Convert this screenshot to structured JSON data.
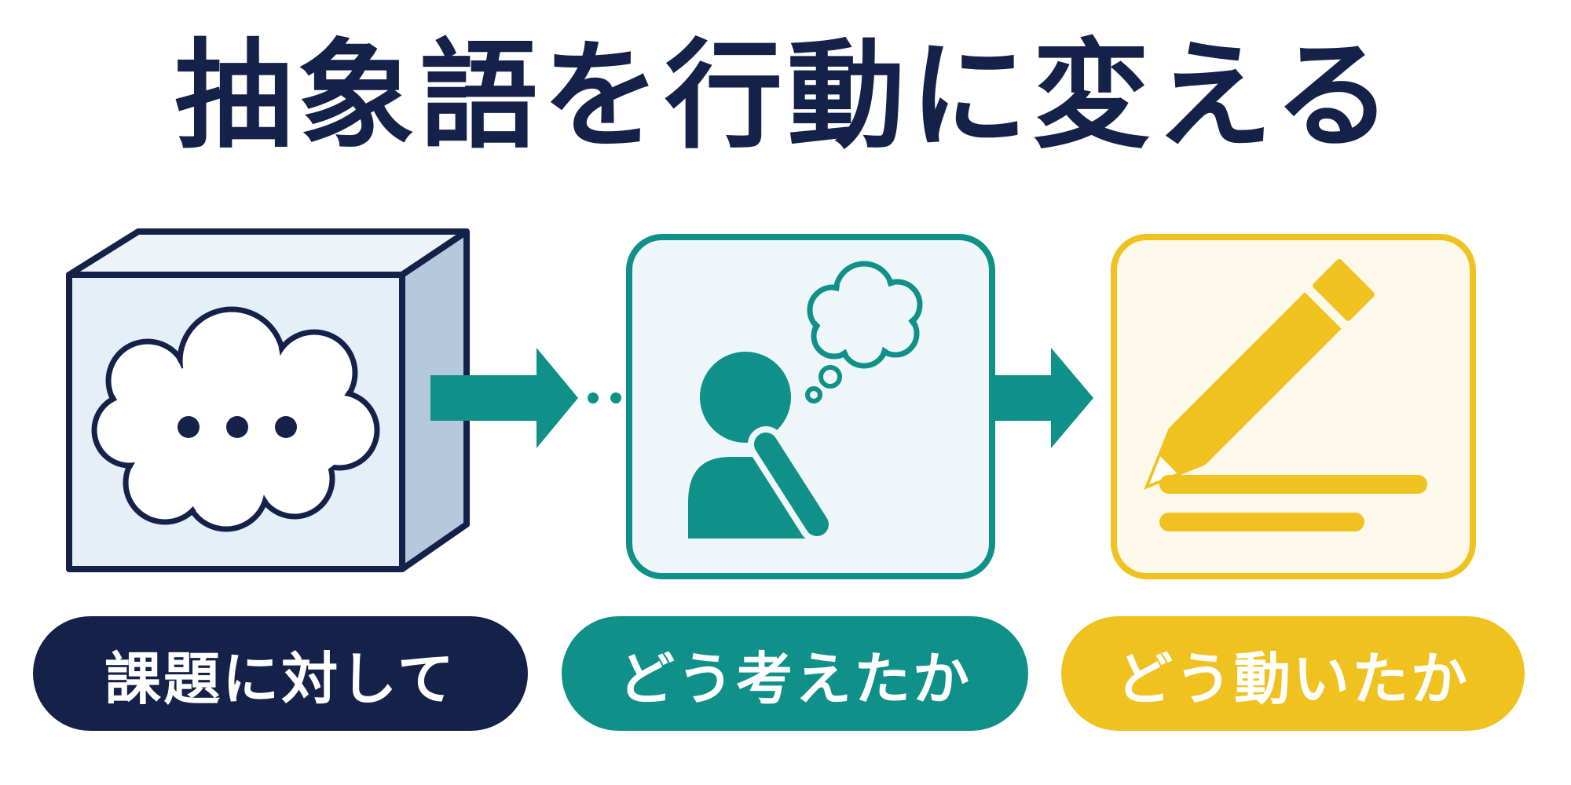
{
  "title": "抽象語を行動に変える",
  "steps": [
    {
      "label": "課題に対して",
      "icon": "thought-cloud-box-icon",
      "color": "#14224a"
    },
    {
      "label": "どう考えたか",
      "icon": "thinking-person-icon",
      "color": "#0f9089"
    },
    {
      "label": "どう動いたか",
      "icon": "pencil-writing-icon",
      "color": "#f0c21f"
    }
  ],
  "colors": {
    "navy": "#14224a",
    "teal": "#0f9089",
    "yellow": "#f0c21f",
    "box_fill": "#e6eef8",
    "box_side": "#b6c8dc",
    "teal_panel_fill": "#eef6f9",
    "yellow_panel_fill": "#fdf9ea"
  }
}
